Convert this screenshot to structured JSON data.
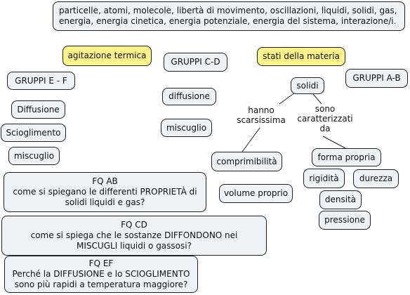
{
  "keywords": "particelle, atomi, molecole, libertà di movimento, oscillazioni, liquidi, solidi, gas, energia, energia cinetica, energia potenziale, energia del sistema, interazione/i.",
  "headers": {
    "agitazione": "agitazione termica",
    "gruppi_cd": "GRUPPI C-D",
    "stati": "stati della materia",
    "gruppi_ef": "GRUPPI E - F",
    "gruppi_ab": "GRUPPI A-B"
  },
  "group_ef_items": [
    "Diffusione",
    "Scioglimento",
    "miscuglio"
  ],
  "group_cd_items": [
    "diffusione",
    "miscuglio"
  ],
  "map": {
    "solidi": "solidi",
    "link_hanno": "hanno scarsissima",
    "link_sono": "sono caratterizzati da",
    "comprimibilita": "comprimibilità",
    "volume_proprio": "volume proprio",
    "forma_propria": "forma propria",
    "rigidita": "rigidità",
    "durezza": "durezza",
    "densita": "densità",
    "pressione": "pressione"
  },
  "questions": {
    "fq_ab": {
      "title": "FQ AB",
      "text": "come si spiegano le differenti PROPRIETÀ di solidi liquidi e gas?"
    },
    "fq_cd": {
      "title": "FQ CD",
      "text": "come si spiega che le sostanze DIFFONDONO nei MISCUGLI liquidi o gassosi?"
    },
    "fq_ef": {
      "title": "FQ EF",
      "text": "Perché la DIFFUSIONE e lo SCIOGLIMENTO sono più rapidi a temperatura maggiore?"
    }
  }
}
